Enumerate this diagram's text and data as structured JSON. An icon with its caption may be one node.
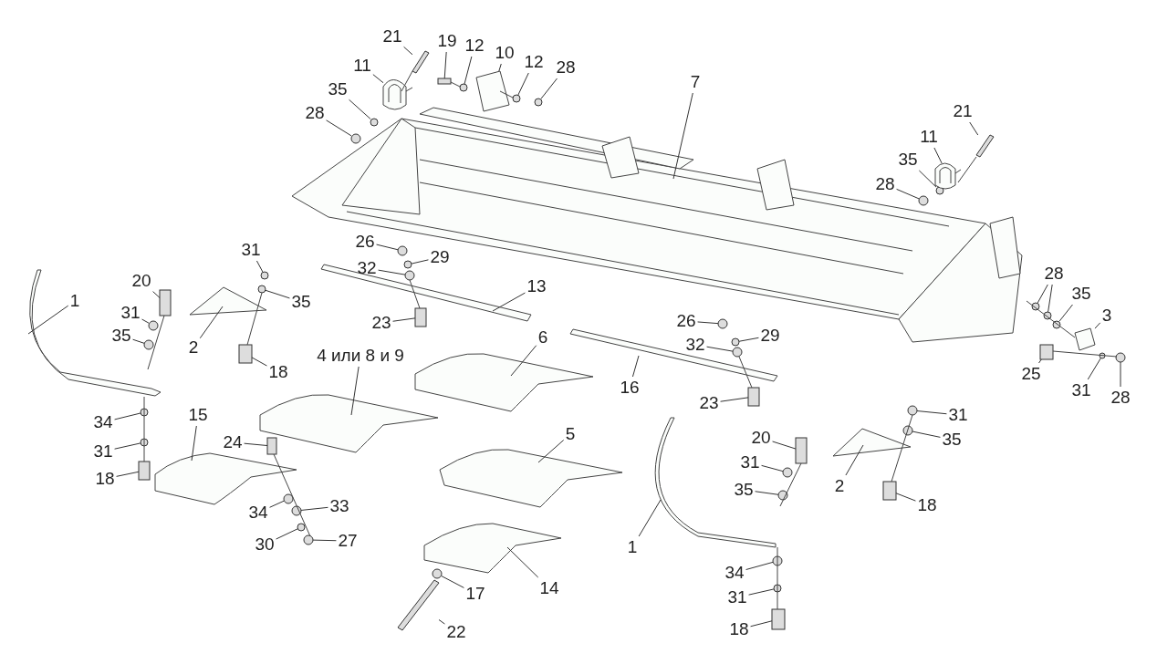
{
  "diagram": {
    "nodes": [
      {
        "text": [
          "21"
        ]
      },
      {
        "text": [
          "19"
        ]
      },
      {
        "text": [
          "12"
        ]
      },
      {
        "text": [
          "10"
        ]
      },
      {
        "text": [
          "12"
        ]
      },
      {
        "text": [
          "28"
        ]
      },
      {
        "text": [
          "11"
        ]
      },
      {
        "text": [
          "35"
        ]
      },
      {
        "text": [
          "28"
        ]
      },
      {
        "text": [
          "7"
        ]
      },
      {
        "text": [
          "21"
        ]
      },
      {
        "text": [
          "11"
        ]
      },
      {
        "text": [
          "35"
        ]
      },
      {
        "text": [
          "28"
        ]
      },
      {
        "text": [
          "28"
        ]
      },
      {
        "text": [
          "35"
        ]
      },
      {
        "text": [
          "3"
        ]
      },
      {
        "text": [
          "25"
        ]
      },
      {
        "text": [
          "31"
        ]
      },
      {
        "text": [
          "28"
        ]
      },
      {
        "text": [
          "26"
        ]
      },
      {
        "text": [
          "29"
        ]
      },
      {
        "text": [
          "32"
        ]
      },
      {
        "text": [
          "13"
        ]
      },
      {
        "text": [
          "23"
        ]
      },
      {
        "text": [
          "26"
        ]
      },
      {
        "text": [
          "29"
        ]
      },
      {
        "text": [
          "32"
        ]
      },
      {
        "text": [
          "16"
        ]
      },
      {
        "text": [
          "23"
        ]
      },
      {
        "text": [
          "31"
        ]
      },
      {
        "text": [
          "35"
        ]
      },
      {
        "text": [
          "20"
        ]
      },
      {
        "text": [
          "31"
        ]
      },
      {
        "text": [
          "35"
        ]
      },
      {
        "text": [
          "1"
        ]
      },
      {
        "text": [
          "2"
        ]
      },
      {
        "text": [
          "18"
        ]
      },
      {
        "text": [
          "4 или 8 и 9"
        ]
      },
      {
        "text": [
          "6"
        ]
      },
      {
        "text": [
          "15"
        ]
      },
      {
        "text": [
          "24"
        ]
      },
      {
        "text": [
          "34"
        ]
      },
      {
        "text": [
          "31"
        ]
      },
      {
        "text": [
          "18"
        ]
      },
      {
        "text": [
          "5"
        ]
      },
      {
        "text": [
          "34"
        ]
      },
      {
        "text": [
          "33"
        ]
      },
      {
        "text": [
          "30"
        ]
      },
      {
        "text": [
          "27"
        ]
      },
      {
        "text": [
          "14"
        ]
      },
      {
        "text": [
          "17"
        ]
      },
      {
        "text": [
          "22"
        ]
      },
      {
        "text": [
          "20"
        ]
      },
      {
        "text": [
          "31"
        ]
      },
      {
        "text": [
          "35"
        ]
      },
      {
        "text": [
          "2"
        ]
      },
      {
        "text": [
          "31"
        ]
      },
      {
        "text": [
          "35"
        ]
      },
      {
        "text": [
          "18"
        ]
      },
      {
        "text": [
          "1"
        ]
      },
      {
        "text": [
          "34"
        ]
      },
      {
        "text": [
          "31"
        ]
      },
      {
        "text": [
          "18"
        ]
      },
      {
        "text": [],
        "shape": "bar"
      },
      {
        "text": [],
        "shape": "bar"
      },
      {
        "text": [],
        "shape": "circle"
      },
      {
        "text": [],
        "shape": "picture"
      },
      {
        "text": [],
        "shape": "circle"
      },
      {
        "text": [],
        "shape": "circle"
      },
      {
        "text": [],
        "shape": "picture"
      },
      {
        "text": [],
        "shape": "circle"
      },
      {
        "text": [],
        "shape": "circle"
      },
      {
        "text": [],
        "shape": "picture"
      },
      {
        "text": [],
        "shape": "bar"
      },
      {
        "text": [],
        "shape": "picture"
      },
      {
        "text": [],
        "shape": "circle"
      },
      {
        "text": [],
        "shape": "circle"
      },
      {
        "text": [],
        "shape": "circle"
      },
      {
        "text": [],
        "shape": "circle"
      },
      {
        "text": [],
        "shape": "circle"
      },
      {
        "text": [],
        "shape": "picture"
      },
      {
        "text": [],
        "shape": "bar"
      },
      {
        "text": [],
        "shape": "circle"
      },
      {
        "text": [],
        "shape": "circle"
      },
      {
        "text": [],
        "shape": "circle"
      },
      {
        "text": [],
        "shape": "circle"
      },
      {
        "text": [],
        "shape": "circle"
      },
      {
        "text": [],
        "shape": "picture"
      },
      {
        "text": [],
        "shape": "bar"
      },
      {
        "text": [],
        "shape": "circle"
      },
      {
        "text": [],
        "shape": "circle"
      },
      {
        "text": [],
        "shape": "circle"
      },
      {
        "text": [],
        "shape": "picture"
      },
      {
        "text": [],
        "shape": "bar"
      },
      {
        "text": [],
        "shape": "circle"
      },
      {
        "text": [],
        "shape": "circle"
      },
      {
        "text": [],
        "shape": "bar"
      },
      {
        "text": [],
        "shape": "circle"
      },
      {
        "text": [],
        "shape": "circle"
      },
      {
        "text": [],
        "shape": "picture"
      },
      {
        "text": [],
        "shape": "picture"
      },
      {
        "text": [],
        "shape": "bar"
      },
      {
        "text": [],
        "shape": "picture"
      },
      {
        "text": [],
        "shape": "picture"
      },
      {
        "text": [],
        "shape": "picture"
      },
      {
        "text": [],
        "shape": "bar"
      },
      {
        "text": [],
        "shape": "circle"
      },
      {
        "text": [],
        "shape": "circle"
      },
      {
        "text": [],
        "shape": "bar"
      },
      {
        "text": [],
        "shape": "picture"
      },
      {
        "text": [],
        "shape": "circle"
      },
      {
        "text": [],
        "shape": "circle"
      },
      {
        "text": [],
        "shape": "circle"
      },
      {
        "text": [],
        "shape": "circle"
      },
      {
        "text": [],
        "shape": "picture"
      },
      {
        "text": [],
        "shape": "circle"
      },
      {
        "text": [],
        "shape": "bar"
      },
      {
        "text": [],
        "shape": "bar"
      },
      {
        "text": [],
        "shape": "circle"
      },
      {
        "text": [],
        "shape": "circle"
      },
      {
        "text": [],
        "shape": "picture"
      },
      {
        "text": [],
        "shape": "circle"
      },
      {
        "text": [],
        "shape": "circle"
      },
      {
        "text": [],
        "shape": "bar"
      },
      {
        "text": [],
        "shape": "picture"
      },
      {
        "text": [],
        "shape": "circle"
      },
      {
        "text": [],
        "shape": "circle"
      },
      {
        "text": [],
        "shape": "bar"
      }
    ],
    "edges": [
      {
        "from": 0,
        "to": 64,
        "arrow": "none"
      },
      {
        "from": 1,
        "to": 65,
        "arrow": "none"
      },
      {
        "from": 2,
        "to": 66,
        "arrow": "none"
      },
      {
        "from": 3,
        "to": 67,
        "arrow": "none"
      },
      {
        "from": 4,
        "to": 68,
        "arrow": "none"
      },
      {
        "from": 5,
        "to": 69,
        "arrow": "none"
      },
      {
        "from": 6,
        "to": 70,
        "arrow": "none"
      },
      {
        "from": 7,
        "to": 71,
        "arrow": "none"
      },
      {
        "from": 8,
        "to": 72,
        "arrow": "none"
      },
      {
        "from": 9,
        "to": 73,
        "arrow": "none"
      },
      {
        "from": 10,
        "to": 74,
        "arrow": "none"
      },
      {
        "from": 11,
        "to": 75,
        "arrow": "none"
      },
      {
        "from": 12,
        "to": 76,
        "arrow": "none"
      },
      {
        "from": 13,
        "to": 77,
        "arrow": "none"
      },
      {
        "from": 14,
        "to": 78,
        "arrow": "none"
      },
      {
        "from": 14,
        "to": 79,
        "arrow": "none"
      },
      {
        "from": 15,
        "to": 80,
        "arrow": "none"
      },
      {
        "from": 16,
        "to": 81,
        "arrow": "none"
      },
      {
        "from": 17,
        "to": 82,
        "arrow": "none"
      },
      {
        "from": 18,
        "to": 83,
        "arrow": "none"
      },
      {
        "from": 19,
        "to": 84,
        "arrow": "none"
      },
      {
        "from": 20,
        "to": 85,
        "arrow": "none"
      },
      {
        "from": 21,
        "to": 86,
        "arrow": "none"
      },
      {
        "from": 22,
        "to": 87,
        "arrow": "none"
      },
      {
        "from": 23,
        "to": 88,
        "arrow": "none"
      },
      {
        "from": 24,
        "to": 89,
        "arrow": "none"
      },
      {
        "from": 25,
        "to": 90,
        "arrow": "none"
      },
      {
        "from": 26,
        "to": 91,
        "arrow": "none"
      },
      {
        "from": 27,
        "to": 92,
        "arrow": "none"
      },
      {
        "from": 28,
        "to": 93,
        "arrow": "none"
      },
      {
        "from": 29,
        "to": 94,
        "arrow": "none"
      },
      {
        "from": 30,
        "to": 95,
        "arrow": "none"
      },
      {
        "from": 31,
        "to": 96,
        "arrow": "none"
      },
      {
        "from": 32,
        "to": 97,
        "arrow": "none"
      },
      {
        "from": 33,
        "to": 98,
        "arrow": "none"
      },
      {
        "from": 34,
        "to": 99,
        "arrow": "none"
      },
      {
        "from": 35,
        "to": 100,
        "arrow": "none"
      },
      {
        "from": 36,
        "to": 101,
        "arrow": "none"
      },
      {
        "from": 37,
        "to": 102,
        "arrow": "none"
      },
      {
        "from": 38,
        "to": 103,
        "arrow": "none"
      },
      {
        "from": 39,
        "to": 104,
        "arrow": "none"
      },
      {
        "from": 40,
        "to": 105,
        "arrow": "none"
      },
      {
        "from": 41,
        "to": 106,
        "arrow": "none"
      },
      {
        "from": 42,
        "to": 107,
        "arrow": "none"
      },
      {
        "from": 43,
        "to": 108,
        "arrow": "none"
      },
      {
        "from": 44,
        "to": 109,
        "arrow": "none"
      },
      {
        "from": 45,
        "to": 110,
        "arrow": "none"
      },
      {
        "from": 46,
        "to": 111,
        "arrow": "none"
      },
      {
        "from": 47,
        "to": 112,
        "arrow": "none"
      },
      {
        "from": 48,
        "to": 113,
        "arrow": "none"
      },
      {
        "from": 49,
        "to": 114,
        "arrow": "none"
      },
      {
        "from": 50,
        "to": 115,
        "arrow": "none"
      },
      {
        "from": 51,
        "to": 116,
        "arrow": "none"
      },
      {
        "from": 52,
        "to": 117,
        "arrow": "none"
      },
      {
        "from": 53,
        "to": 118,
        "arrow": "none"
      },
      {
        "from": 54,
        "to": 119,
        "arrow": "none"
      },
      {
        "from": 55,
        "to": 120,
        "arrow": "none"
      },
      {
        "from": 56,
        "to": 121,
        "arrow": "none"
      },
      {
        "from": 57,
        "to": 122,
        "arrow": "none"
      },
      {
        "from": 58,
        "to": 123,
        "arrow": "none"
      },
      {
        "from": 59,
        "to": 124,
        "arrow": "none"
      },
      {
        "from": 60,
        "to": 125,
        "arrow": "none"
      },
      {
        "from": 61,
        "to": 126,
        "arrow": "none"
      },
      {
        "from": 62,
        "to": 127,
        "arrow": "none"
      },
      {
        "from": 63,
        "to": 128,
        "arrow": "none"
      }
    ]
  }
}
